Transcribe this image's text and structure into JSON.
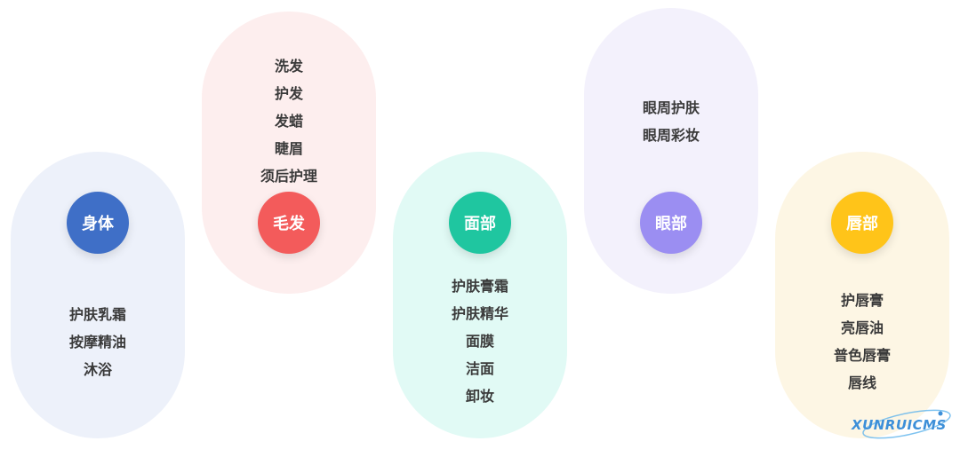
{
  "categories": [
    {
      "label": "身体",
      "color": "#3f6fc7",
      "items": [
        "护肤乳霜",
        "按摩精油",
        "沐浴"
      ]
    },
    {
      "label": "毛发",
      "color": "#f35b5b",
      "items": [
        "洗发",
        "护发",
        "发蜡",
        "睫眉",
        "须后护理"
      ]
    },
    {
      "label": "面部",
      "color": "#1fc6a0",
      "items": [
        "护肤膏霜",
        "护肤精华",
        "面膜",
        "洁面",
        "卸妆"
      ]
    },
    {
      "label": "眼部",
      "color": "#9b8ef2",
      "items": [
        "眼周护肤",
        "眼周彩妆"
      ]
    },
    {
      "label": "唇部",
      "color": "#ffc419",
      "items": [
        "护唇膏",
        "亮唇油",
        "普色唇膏",
        "唇线"
      ]
    }
  ],
  "watermark": "XUNRUICMS"
}
